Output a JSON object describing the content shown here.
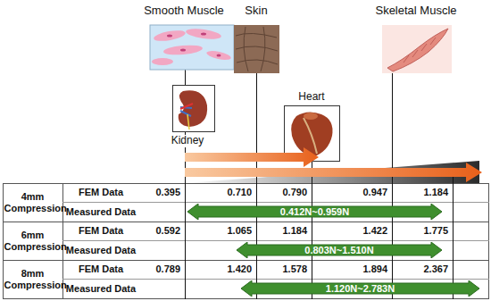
{
  "diagram": {
    "nodes": [
      {
        "text": [
          "0.412N~0.959N"
        ]
      },
      {
        "text": [
          "0.803N~1.510N"
        ]
      },
      {
        "text": [
          "1.120N~2.783N"
        ]
      }
    ],
    "labels": [
      "Smooth Muscle",
      "Skin",
      "Skeletal Muscle",
      "Kidney",
      "Heart",
      "4mm Compression",
      "FEM Data",
      "Measured Data",
      "0.395",
      "0.710",
      "0.790",
      "0.947",
      "1.184",
      "6mm Compression",
      "FEM Data",
      "Measured Data",
      "0.592",
      "1.065",
      "1.184",
      "1.422",
      "1.775",
      "8mm Compression",
      "FEM Data",
      "Measured Data",
      "0.789",
      "1.420",
      "1.578",
      "1.894",
      "2.367"
    ]
  }
}
